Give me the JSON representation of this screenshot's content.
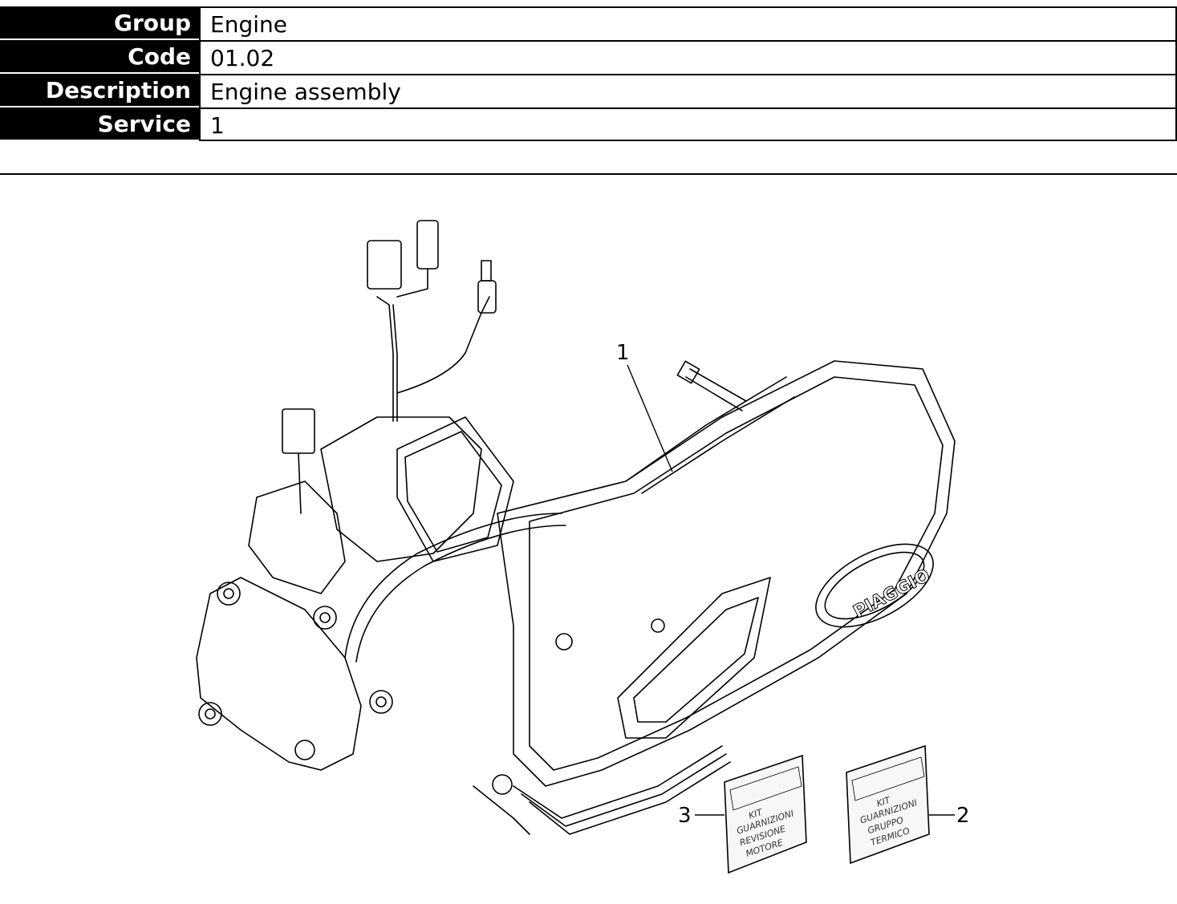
{
  "header": {
    "rows": [
      {
        "label": "Group",
        "value": "Engine"
      },
      {
        "label": "Code",
        "value": "01.02"
      },
      {
        "label": "Description",
        "value": "Engine assembly"
      },
      {
        "label": "Service",
        "value": "1"
      }
    ]
  },
  "drawing": {
    "callouts": [
      "1",
      "2",
      "3"
    ],
    "brand_text": "PIAGGIO",
    "kit_3_lines": [
      "KIT",
      "GUARNIZIONI",
      "REVISIONE",
      "MOTORE"
    ],
    "kit_2_lines": [
      "KIT",
      "GUARNIZIONI",
      "GRUPPO",
      "TERMICO"
    ]
  }
}
